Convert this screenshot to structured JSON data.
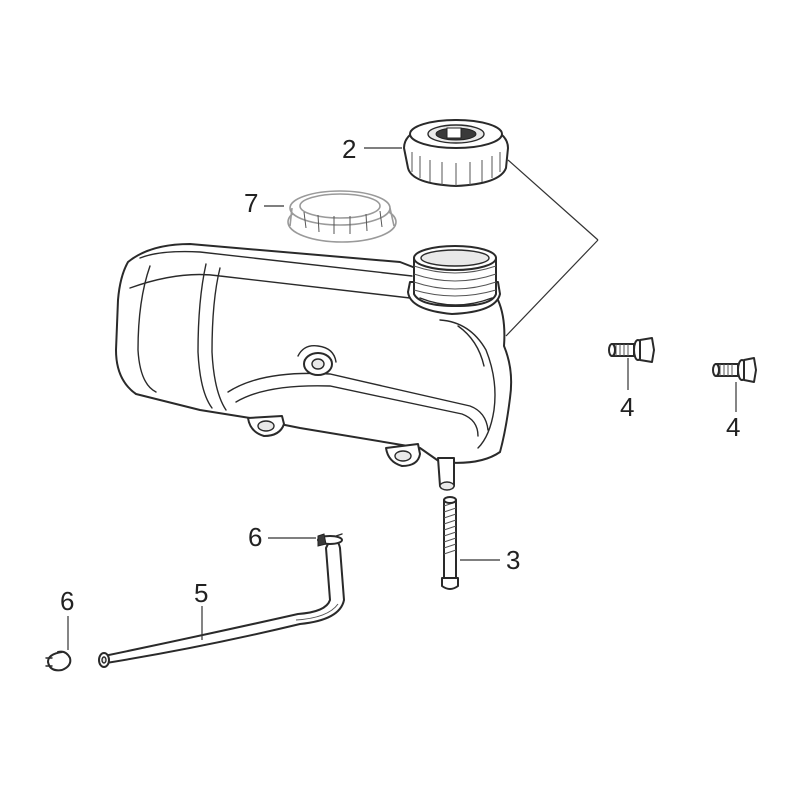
{
  "callouts": {
    "cap": "2",
    "strainer": "7",
    "drain_bolt": "3",
    "bolt_right_a": "4",
    "bolt_right_b": "4",
    "hose": "5",
    "clamp_upper": "6",
    "clamp_lower": "6"
  }
}
